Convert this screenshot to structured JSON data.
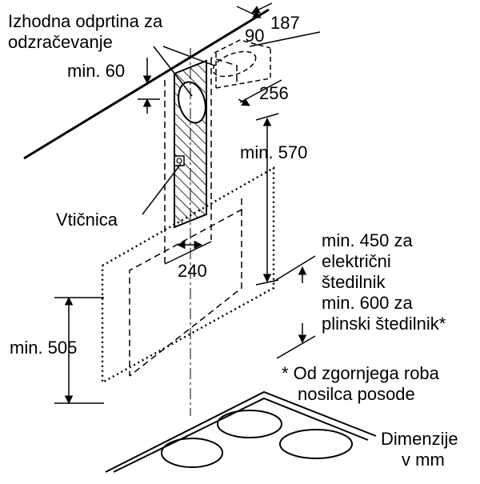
{
  "labels": {
    "vent_line1": "Izhodna odprtina za",
    "vent_line2": "odzračevanje",
    "socket": "Vtičnica",
    "min60": "min. 60",
    "min570": "min. 570",
    "min505": "min. 505",
    "d187": "187",
    "d90": "90",
    "d256": "256",
    "d240": "240",
    "cooker_1": "min. 450 za",
    "cooker_2": "električni",
    "cooker_3": "štedilnik",
    "cooker_4": "min. 600 za",
    "cooker_5": "plinski štedilnik*",
    "note_1": "* Od zgornjega roba",
    "note_2": "nosilca posode",
    "units_1": "Dimenzije",
    "units_2": "v mm"
  }
}
